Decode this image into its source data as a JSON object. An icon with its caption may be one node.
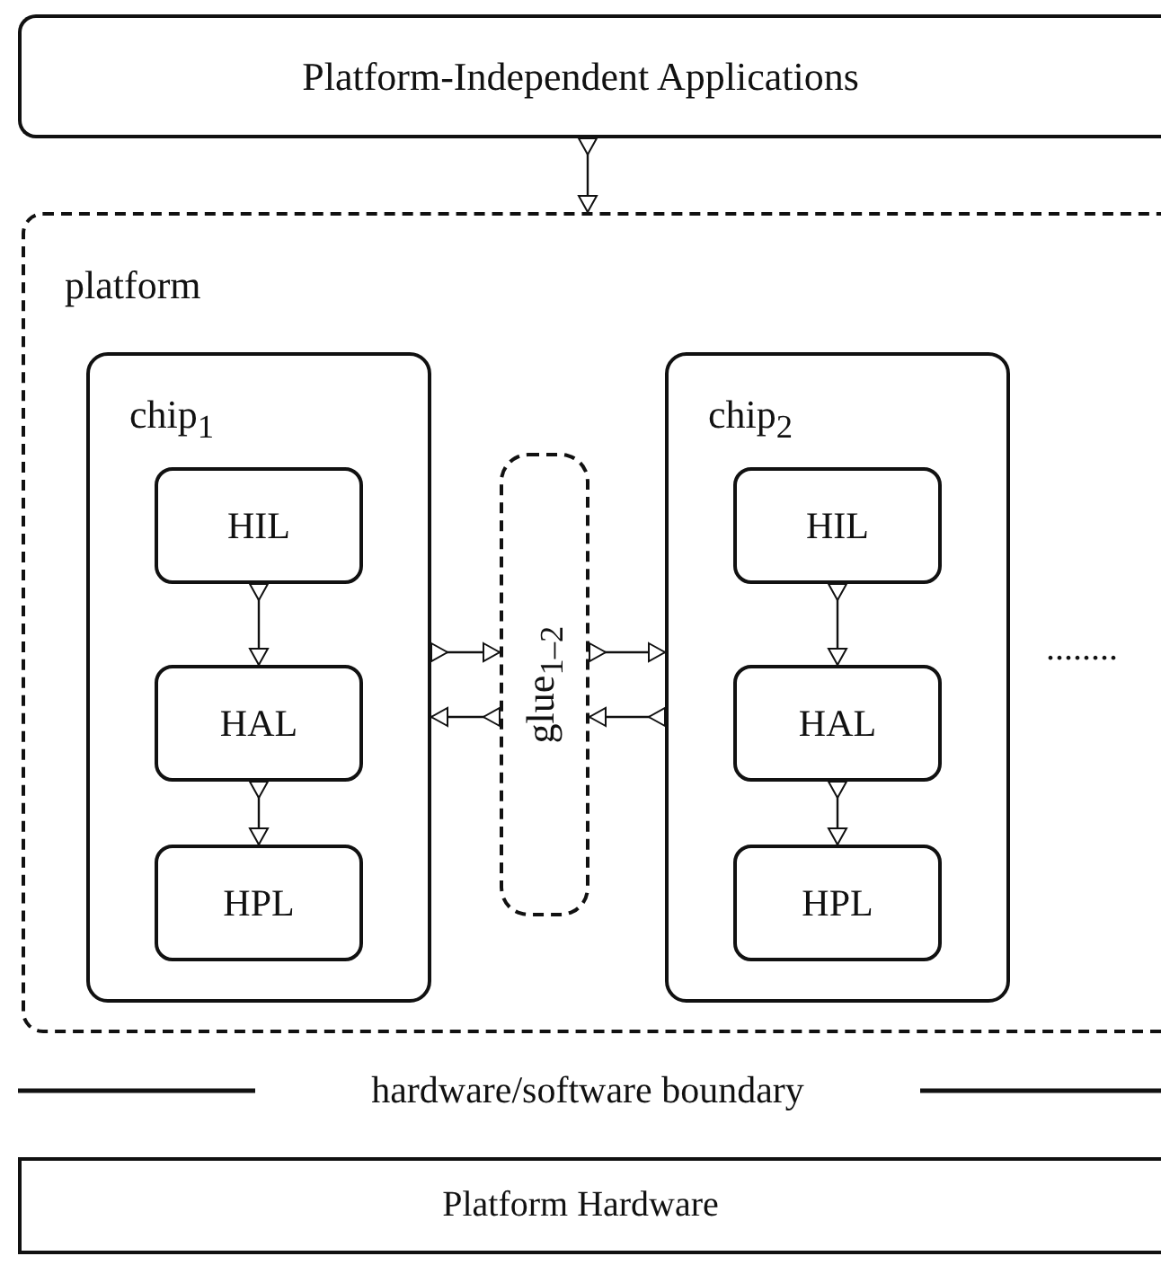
{
  "diagram": {
    "nodes": [
      {
        "text": [
          "Platform-Independent Applications"
        ]
      },
      {
        "text": [
          "platform"
        ]
      },
      {
        "text": [
          "chip$_{1}$"
        ],
        "in": 1
      },
      {
        "text": [
          "HIL"
        ],
        "in": 2
      },
      {
        "text": [
          "HAL"
        ],
        "in": 2
      },
      {
        "text": [
          "HPL"
        ],
        "in": 2
      },
      {
        "text": [
          "glue$_{1–2}$"
        ],
        "in": 1
      },
      {
        "text": [
          "chip$_{2}$"
        ],
        "in": 1
      },
      {
        "text": [
          "HIL"
        ],
        "in": 7
      },
      {
        "text": [
          "HAL"
        ],
        "in": 7
      },
      {
        "text": [
          "HPL"
        ],
        "in": 7
      },
      {
        "text": [
          "Platform Hardware"
        ]
      }
    ],
    "edges": [
      {
        "from": 0,
        "to": 1,
        "arrow": "to"
      },
      {
        "from": 3,
        "to": 4,
        "arrow": "to"
      },
      {
        "from": 4,
        "to": 5,
        "arrow": "to"
      },
      {
        "from": 2,
        "to": 6,
        "arrow": "to"
      },
      {
        "from": 6,
        "to": 7,
        "arrow": "to"
      },
      {
        "from": 7,
        "to": 6,
        "arrow": "to"
      },
      {
        "from": 6,
        "to": 2,
        "arrow": "to"
      },
      {
        "from": 8,
        "to": 9,
        "arrow": "to"
      },
      {
        "from": 9,
        "to": 10,
        "arrow": "to"
      }
    ],
    "labels": [
      "........",
      "hardware/software boundary"
    ]
  }
}
